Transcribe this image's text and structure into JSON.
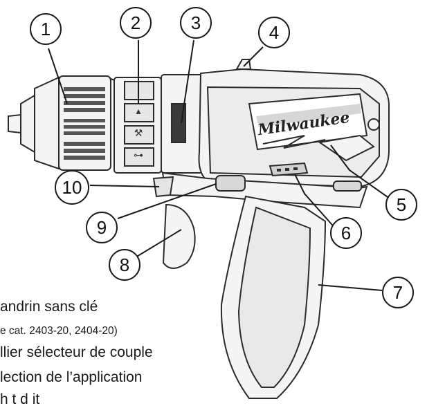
{
  "callouts": [
    {
      "id": 1,
      "label": "1"
    },
    {
      "id": 2,
      "label": "2"
    },
    {
      "id": 3,
      "label": "3"
    },
    {
      "id": 4,
      "label": "4"
    },
    {
      "id": 5,
      "label": "5"
    },
    {
      "id": 6,
      "label": "6"
    },
    {
      "id": 7,
      "label": "7"
    },
    {
      "id": 8,
      "label": "8"
    },
    {
      "id": 9,
      "label": "9"
    },
    {
      "id": 10,
      "label": "10"
    }
  ],
  "brand_logo": "Milwaukee",
  "tool_marks": {
    "hammer_mark": "T",
    "selector_marks": [
      "▴",
      "⚒",
      "⊶"
    ]
  },
  "legend_partial": [
    "andrin sans clé",
    "e cat. 2403-20, 2404-20)",
    "llier sélecteur de couple",
    "lection de l’application",
    "h t         d  it"
  ],
  "colors": {
    "outline": "#2a2a2a",
    "body_fill": "#f4f4f4",
    "shade": "#cfcfcf",
    "dark": "#3a3a3a"
  }
}
